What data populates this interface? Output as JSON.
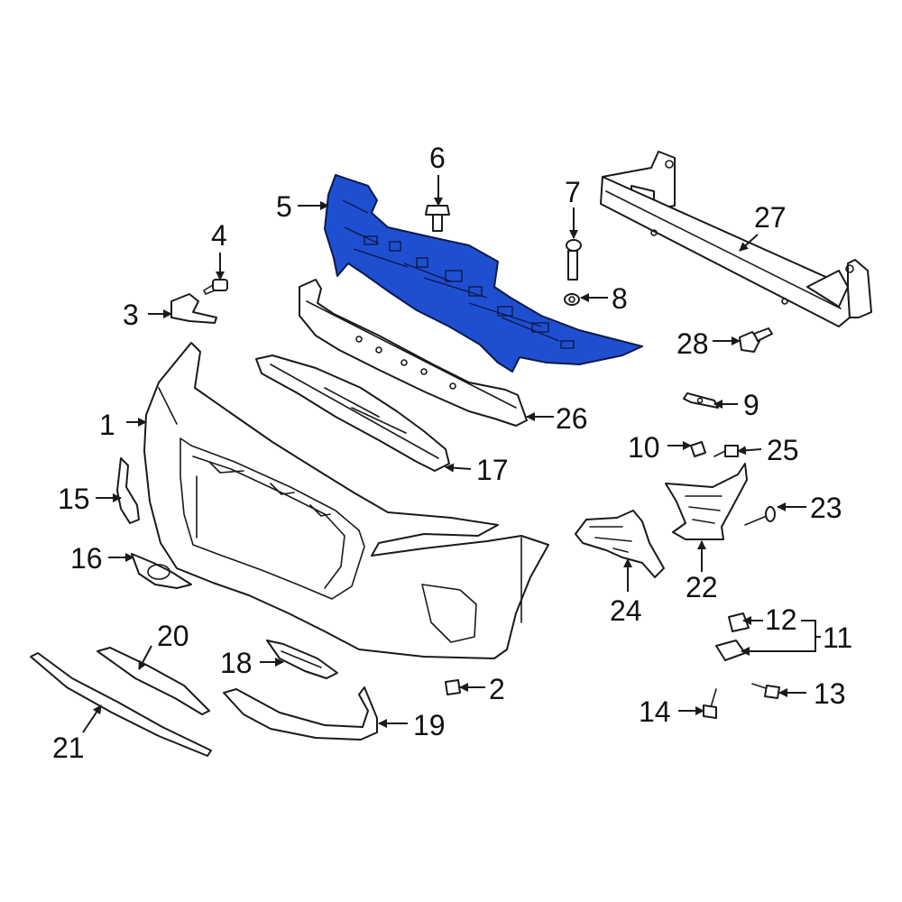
{
  "diagram": {
    "highlight_color": "#1f4fd1",
    "highlighted_part": "5",
    "callouts": [
      {
        "id": "c1",
        "label": "1"
      },
      {
        "id": "c2",
        "label": "2"
      },
      {
        "id": "c3",
        "label": "3"
      },
      {
        "id": "c4",
        "label": "4"
      },
      {
        "id": "c5",
        "label": "5"
      },
      {
        "id": "c6",
        "label": "6"
      },
      {
        "id": "c7",
        "label": "7"
      },
      {
        "id": "c8",
        "label": "8"
      },
      {
        "id": "c9",
        "label": "9"
      },
      {
        "id": "c10",
        "label": "10"
      },
      {
        "id": "c11",
        "label": "11"
      },
      {
        "id": "c12",
        "label": "12"
      },
      {
        "id": "c13",
        "label": "13"
      },
      {
        "id": "c14",
        "label": "14"
      },
      {
        "id": "c15",
        "label": "15"
      },
      {
        "id": "c16",
        "label": "16"
      },
      {
        "id": "c17",
        "label": "17"
      },
      {
        "id": "c18",
        "label": "18"
      },
      {
        "id": "c19",
        "label": "19"
      },
      {
        "id": "c20",
        "label": "20"
      },
      {
        "id": "c21",
        "label": "21"
      },
      {
        "id": "c22",
        "label": "22"
      },
      {
        "id": "c23",
        "label": "23"
      },
      {
        "id": "c24",
        "label": "24"
      },
      {
        "id": "c25",
        "label": "25"
      },
      {
        "id": "c26",
        "label": "26"
      },
      {
        "id": "c27",
        "label": "27"
      },
      {
        "id": "c28",
        "label": "28"
      }
    ]
  }
}
